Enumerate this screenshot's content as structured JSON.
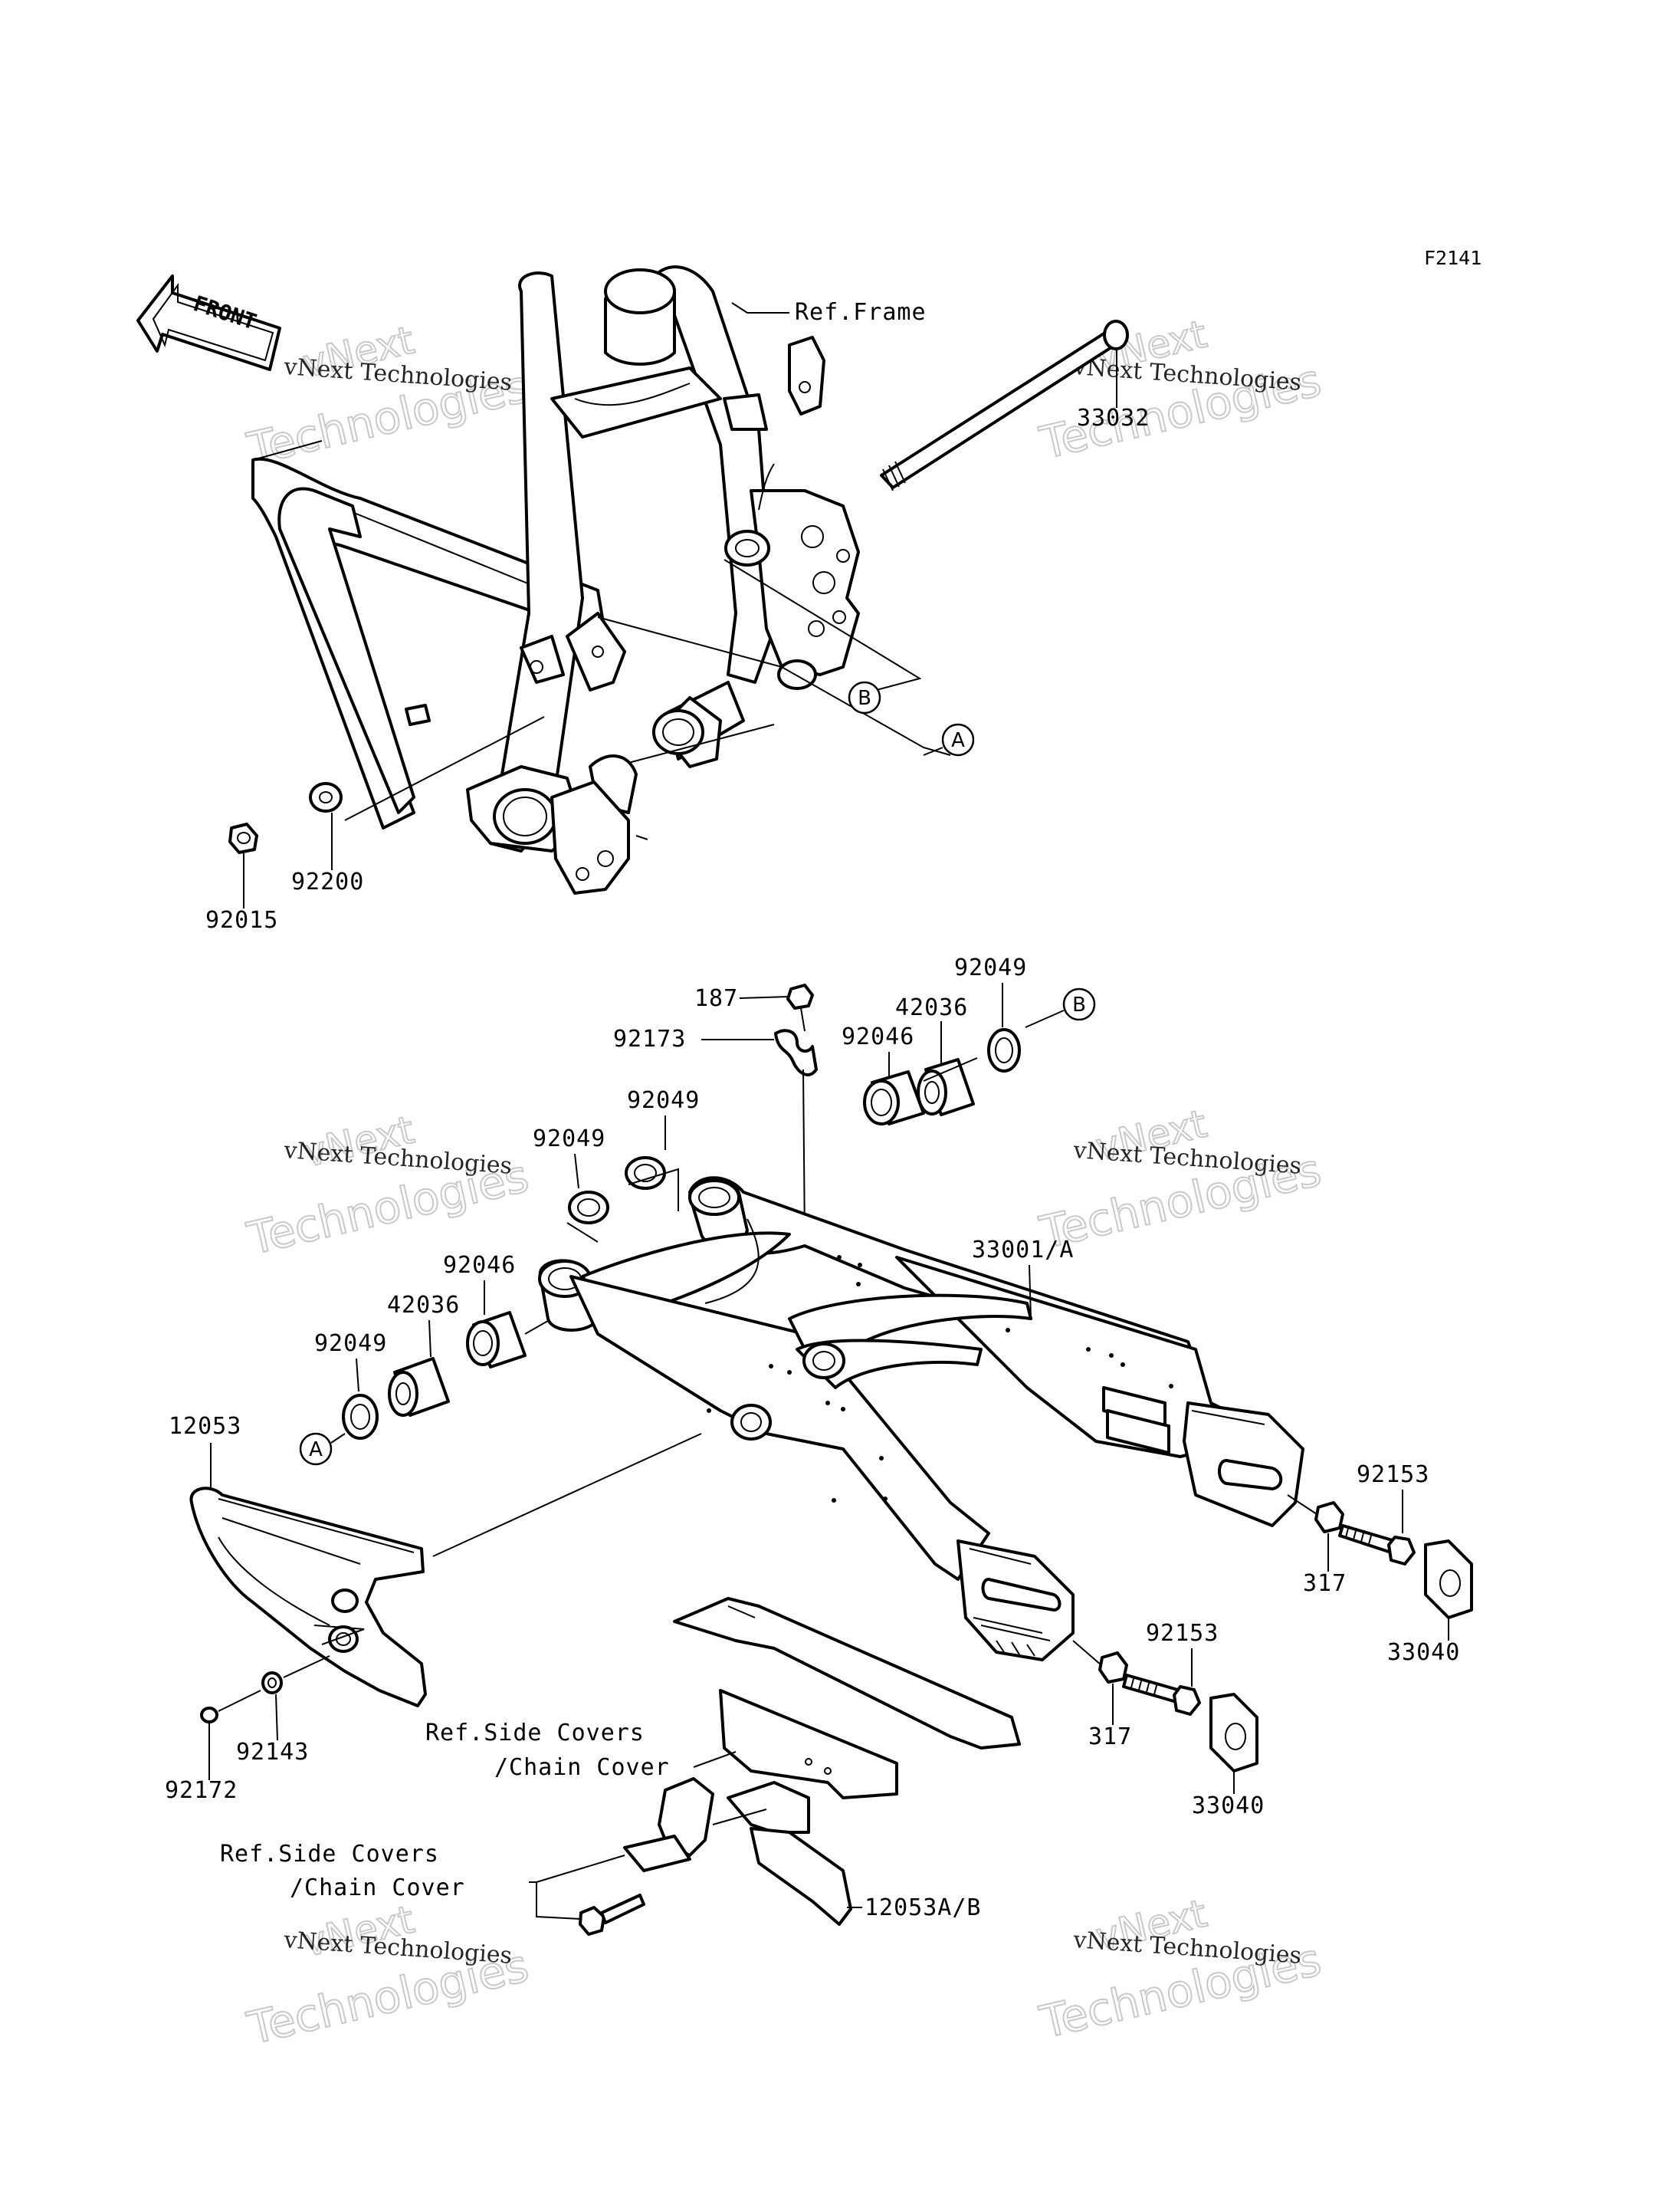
{
  "figure_code": "F2141",
  "front_label": "FRONT",
  "callouts": {
    "ref_frame": "Ref.Frame",
    "p33032": "33032",
    "circle_b": "B",
    "circle_a": "A",
    "p92200": "92200",
    "p92015": "92015",
    "p92049_top": "92049",
    "p187": "187",
    "p42036_top": "42036",
    "p92173": "92173",
    "p92046_top": "92046",
    "circle_b2": "B",
    "p92049_mid1": "92049",
    "p92049_mid2": "92049",
    "p33001a": "33001/A",
    "p92046_low": "92046",
    "p42036_low": "42036",
    "p92049_low": "92049",
    "p12053": "12053",
    "circle_a2": "A",
    "p92153_r": "92153",
    "p317_r": "317",
    "p33040_r": "33040",
    "p92153_c": "92153",
    "p317_c": "317",
    "p33040_c": "33040",
    "ref_side_covers_1": "Ref.Side Covers",
    "chain_cover_1": "/Chain Cover",
    "p92143": "92143",
    "p92172": "92172",
    "ref_side_covers_2": "Ref.Side Covers",
    "chain_cover_2": "/Chain Cover",
    "p12053ab": "12053A/B"
  },
  "watermark": {
    "line_vnext": "vNext",
    "line_company": "vNext Technologies",
    "line_tech": "Technologies"
  }
}
